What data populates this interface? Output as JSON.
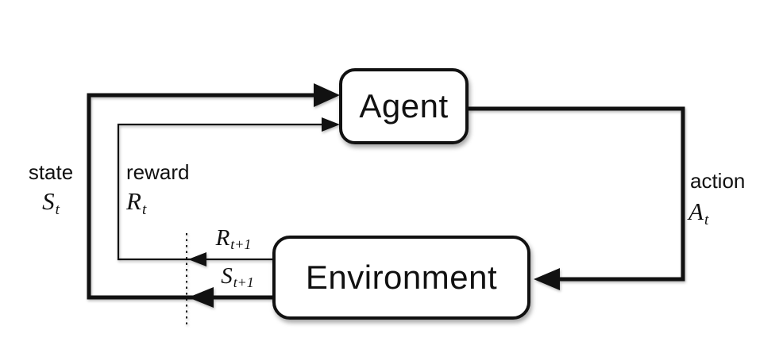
{
  "diagram": {
    "background": "#ffffff",
    "line_color": "#111111",
    "nodes": {
      "agent": {
        "label": "Agent"
      },
      "environment": {
        "label": "Environment"
      }
    },
    "edges": {
      "state": {
        "word": "state",
        "sym": "S",
        "sub": "t"
      },
      "reward": {
        "word": "reward",
        "sym": "R",
        "sub": "t"
      },
      "action": {
        "word": "action",
        "sym": "A",
        "sub": "t"
      },
      "next_reward": {
        "sym": "R",
        "sub": "t+1"
      },
      "next_state": {
        "sym": "S",
        "sub": "t+1"
      }
    }
  }
}
